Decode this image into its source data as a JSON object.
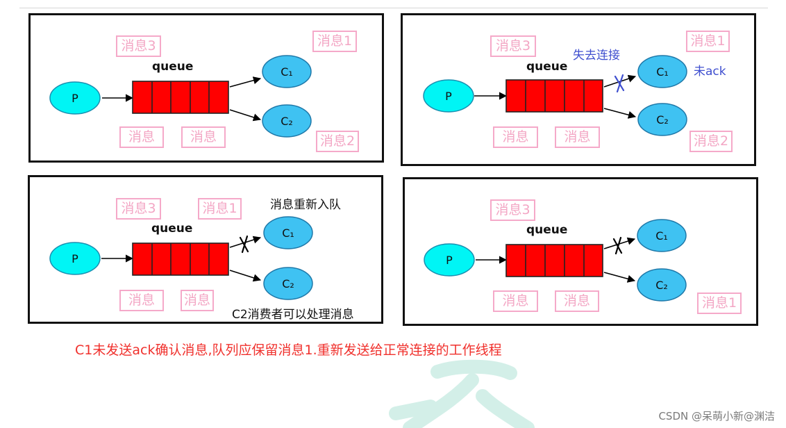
{
  "labels": {
    "queue": "queue",
    "producer": "P",
    "consumer1": "C₁",
    "consumer2": "C₂",
    "msg": "消息",
    "msg1": "消息1",
    "msg2": "消息2",
    "msg3": "消息3"
  },
  "annotations": {
    "lost_connection": "失去连接",
    "no_ack": "未ack",
    "requeue": "消息重新入队",
    "c2_can_process": "C2消费者可以处理消息"
  },
  "caption": "C1未发送ack确认消息,队列应保留消息1.重新发送给正常连接的工作线程",
  "credit": "CSDN @呆萌小新@渊洁",
  "colors": {
    "producer": "#00f5f5",
    "consumer": "#3fc2f2",
    "queue": "#ff0000",
    "tag_border": "#f5a9c9",
    "tag_text": "#f3a6c4",
    "caption": "#f0302c",
    "annotation_blue": "#3f4fcf"
  }
}
